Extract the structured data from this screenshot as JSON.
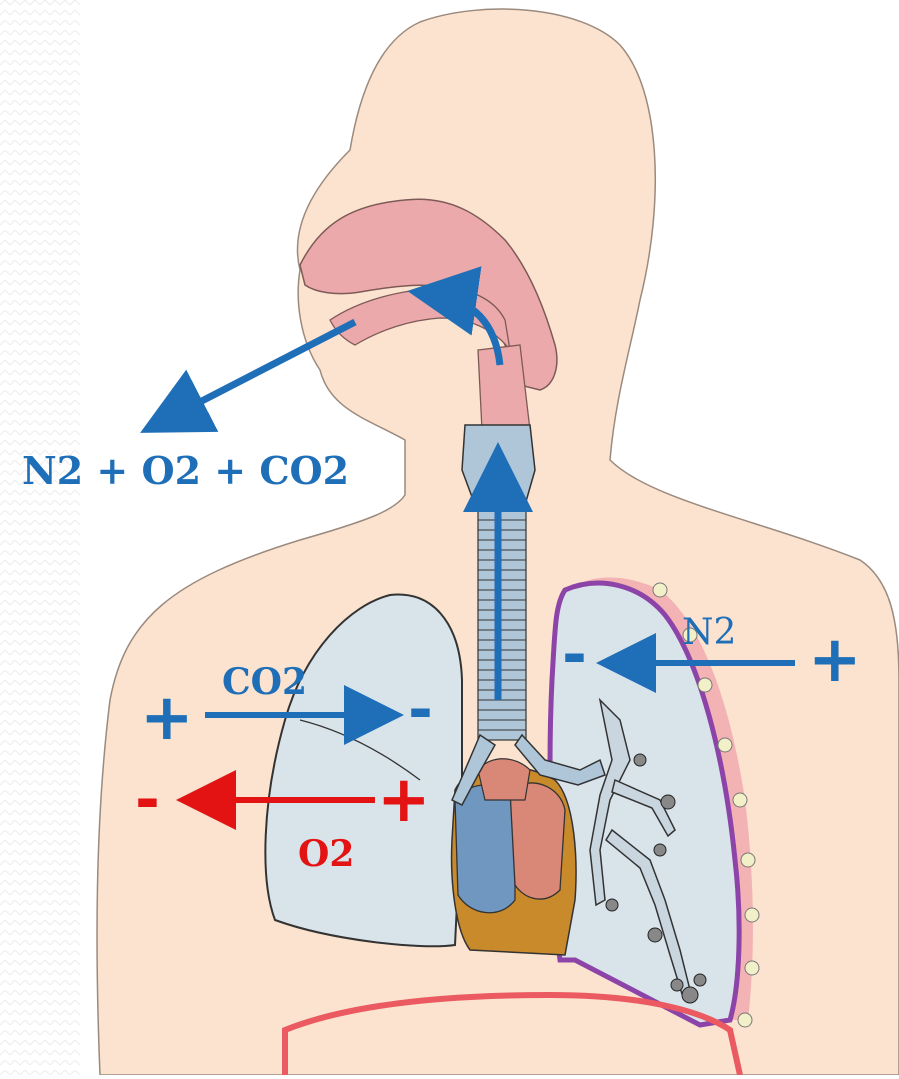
{
  "labels": {
    "exhaled_mixture": "N2 + O2 + CO2",
    "co2": "CO2",
    "o2": "O2",
    "n2": "N2"
  },
  "signs": {
    "co2_left": "+",
    "co2_right": "-",
    "o2_left": "-",
    "o2_right": "+",
    "n2_left": "-",
    "n2_right": "+"
  },
  "colors": {
    "blue": "#1f6fb8",
    "red": "#e31313",
    "skin": "#fbe3cf",
    "airway": "#eca9ab",
    "lung": "#d8e3ea",
    "heart_red": "#d98878",
    "heart_blue": "#6f97bf",
    "heart_gold": "#c88a2b",
    "pleura": "#8c44a8",
    "diaphragm": "#ea5a60"
  }
}
